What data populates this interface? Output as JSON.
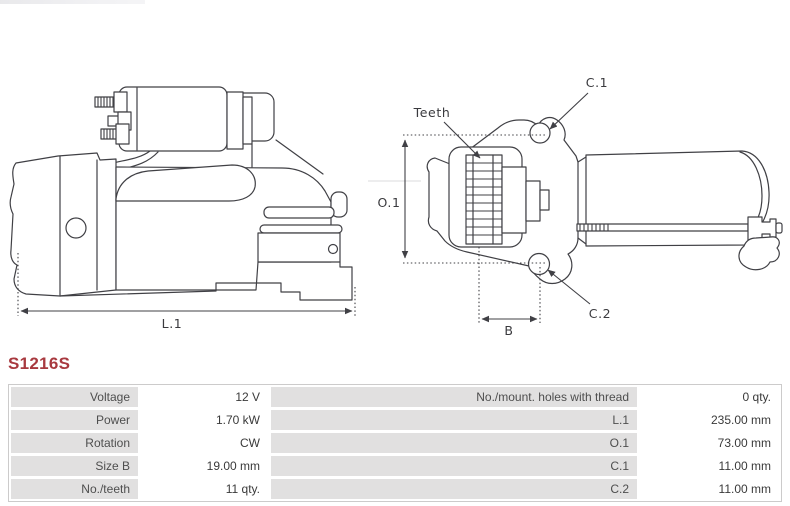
{
  "part_number": "S1216S",
  "colors": {
    "part_number": "#a8393f",
    "drawing_line": "#404045",
    "table_label_bg": "#e1e0e0",
    "table_border": "#cccbcb"
  },
  "diagram": {
    "labels": {
      "teeth": "Teeth",
      "c1": "C.1",
      "c2": "C.2",
      "o1": "O.1",
      "b": "B",
      "l1": "L.1"
    }
  },
  "spec_table": {
    "rows": [
      {
        "l_label": "Voltage",
        "l_value": "12 V",
        "r_label": "No./mount. holes with thread",
        "r_value": "0 qty."
      },
      {
        "l_label": "Power",
        "l_value": "1.70 kW",
        "r_label": "L.1",
        "r_value": "235.00 mm"
      },
      {
        "l_label": "Rotation",
        "l_value": "CW",
        "r_label": "O.1",
        "r_value": "73.00 mm"
      },
      {
        "l_label": "Size B",
        "l_value": "19.00 mm",
        "r_label": "C.1",
        "r_value": "11.00 mm"
      },
      {
        "l_label": "No./teeth",
        "l_value": "11 qty.",
        "r_label": "C.2",
        "r_value": "11.00 mm"
      }
    ]
  }
}
